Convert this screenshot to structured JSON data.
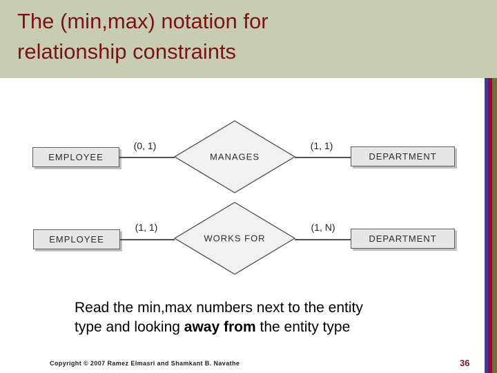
{
  "slide": {
    "title_line1": "The (min,max) notation for",
    "title_line2": "relationship constraints",
    "footer_text": "Copyright © 2007 Ramez Elmasri and Shamkant B. Navathe",
    "page_number": "36"
  },
  "colors": {
    "header_bg": "#c8ccb2",
    "title_text": "#7a1414",
    "stripe_blue": "#3e3a92",
    "stripe_maroon": "#8c0c3c",
    "stripe_olive": "#6e7130",
    "entity_fill": "#e6e6e6",
    "diamond_fill": "#f1f1f1",
    "page_number_text": "#801233"
  },
  "diagram": {
    "rows": [
      {
        "left_entity": "EMPLOYEE",
        "left_cardinality": "(0, 1)",
        "relationship": "MANAGES",
        "right_cardinality": "(1, 1)",
        "right_entity": "DEPARTMENT"
      },
      {
        "left_entity": "EMPLOYEE",
        "left_cardinality": "(1, 1)",
        "relationship": "WORKS FOR",
        "right_cardinality": "(1, N)",
        "right_entity": "DEPARTMENT"
      }
    ]
  },
  "body_text": {
    "line1": "Read the min,max numbers next to the entity",
    "line2_prefix": "type and looking ",
    "line2_bold": "away from",
    "line2_suffix": " the entity type"
  }
}
